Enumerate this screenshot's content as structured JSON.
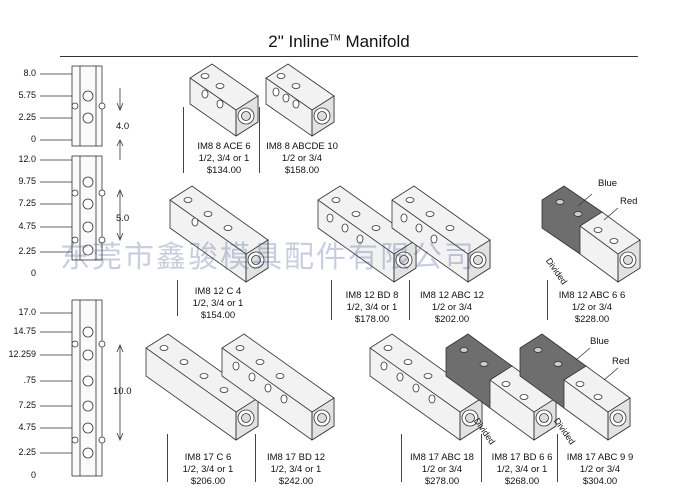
{
  "page": {
    "title_main": "2\" Inline",
    "title_tm": "TM",
    "title_end": " Manifold",
    "watermark": "东莞市鑫骏模具配件有限公司"
  },
  "dims": [
    {
      "ticks": [
        "8.0",
        "5.75",
        "2.25",
        "0"
      ],
      "span": "4.0"
    },
    {
      "ticks": [
        "12.0",
        "9.75",
        "7.25",
        "4.75",
        "2.25",
        "0"
      ],
      "span": "5.0"
    },
    {
      "ticks": [
        "17.0",
        "14.75",
        "12.259",
        ".75",
        "7.25",
        "4.75",
        "2.25",
        "0"
      ],
      "span": "10.0"
    }
  ],
  "products": [
    {
      "model": "IM8 8 ACE 6",
      "size": "1/2, 3/4 or 1",
      "price": "$134.00"
    },
    {
      "model": "IM8 8 ABCDE 10",
      "size": "1/2 or 3/4",
      "price": "$158.00"
    },
    {
      "model": "IM8 12 C 4",
      "size": "1/2, 3/4 or 1",
      "price": "$154.00"
    },
    {
      "model": "IM8 12 BD 8",
      "size": "1/2, 3/4 or 1",
      "price": "$178.00"
    },
    {
      "model": "IM8 12 ABC 12",
      "size": "1/2 or 3/4",
      "price": "$202.00"
    },
    {
      "model": "IM8 12 ABC 6 6",
      "size": "1/2 or 3/4",
      "price": "$228.00"
    },
    {
      "model": "IM8 17 C 6",
      "size": "1/2, 3/4 or 1",
      "price": "$206.00"
    },
    {
      "model": "IM8 17 BD 12",
      "size": "1/2, 3/4 or 1",
      "price": "$242.00"
    },
    {
      "model": "IM8 17 ABC 18",
      "size": "1/2 or 3/4",
      "price": "$278.00"
    },
    {
      "model": "IM8 17 BD 6 6",
      "size": "1/2, 3/4 or 1",
      "price": "$268.00"
    },
    {
      "model": "IM8 17 ABC 9 9",
      "size": "1/2 or 3/4",
      "price": "$304.00"
    }
  ],
  "labels": {
    "blue": "Blue",
    "red": "Red",
    "divided": "Divided"
  },
  "colors": {
    "metal_light": "#f2f2f2",
    "metal_dark": "#6e6e6e",
    "line": "#333333"
  }
}
